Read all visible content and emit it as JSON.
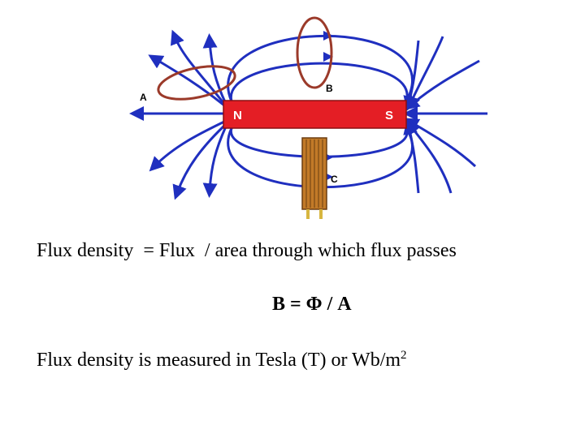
{
  "diagram": {
    "magnet_north_label": "N",
    "magnet_south_label": "S",
    "loop_labels": [
      "A",
      "B",
      "C"
    ],
    "colors": {
      "field_lines": "#1f2fbf",
      "magnet": "#e41e25",
      "loops": "#9b3a2a",
      "coil": "#c27a28"
    }
  },
  "text": {
    "definition": "Flux density  = Flux  / area through which flux passes",
    "formula": "B = Φ / A",
    "units_prefix": "Flux density is measured in Tesla (T) or Wb/m",
    "units_superscript": "2"
  }
}
